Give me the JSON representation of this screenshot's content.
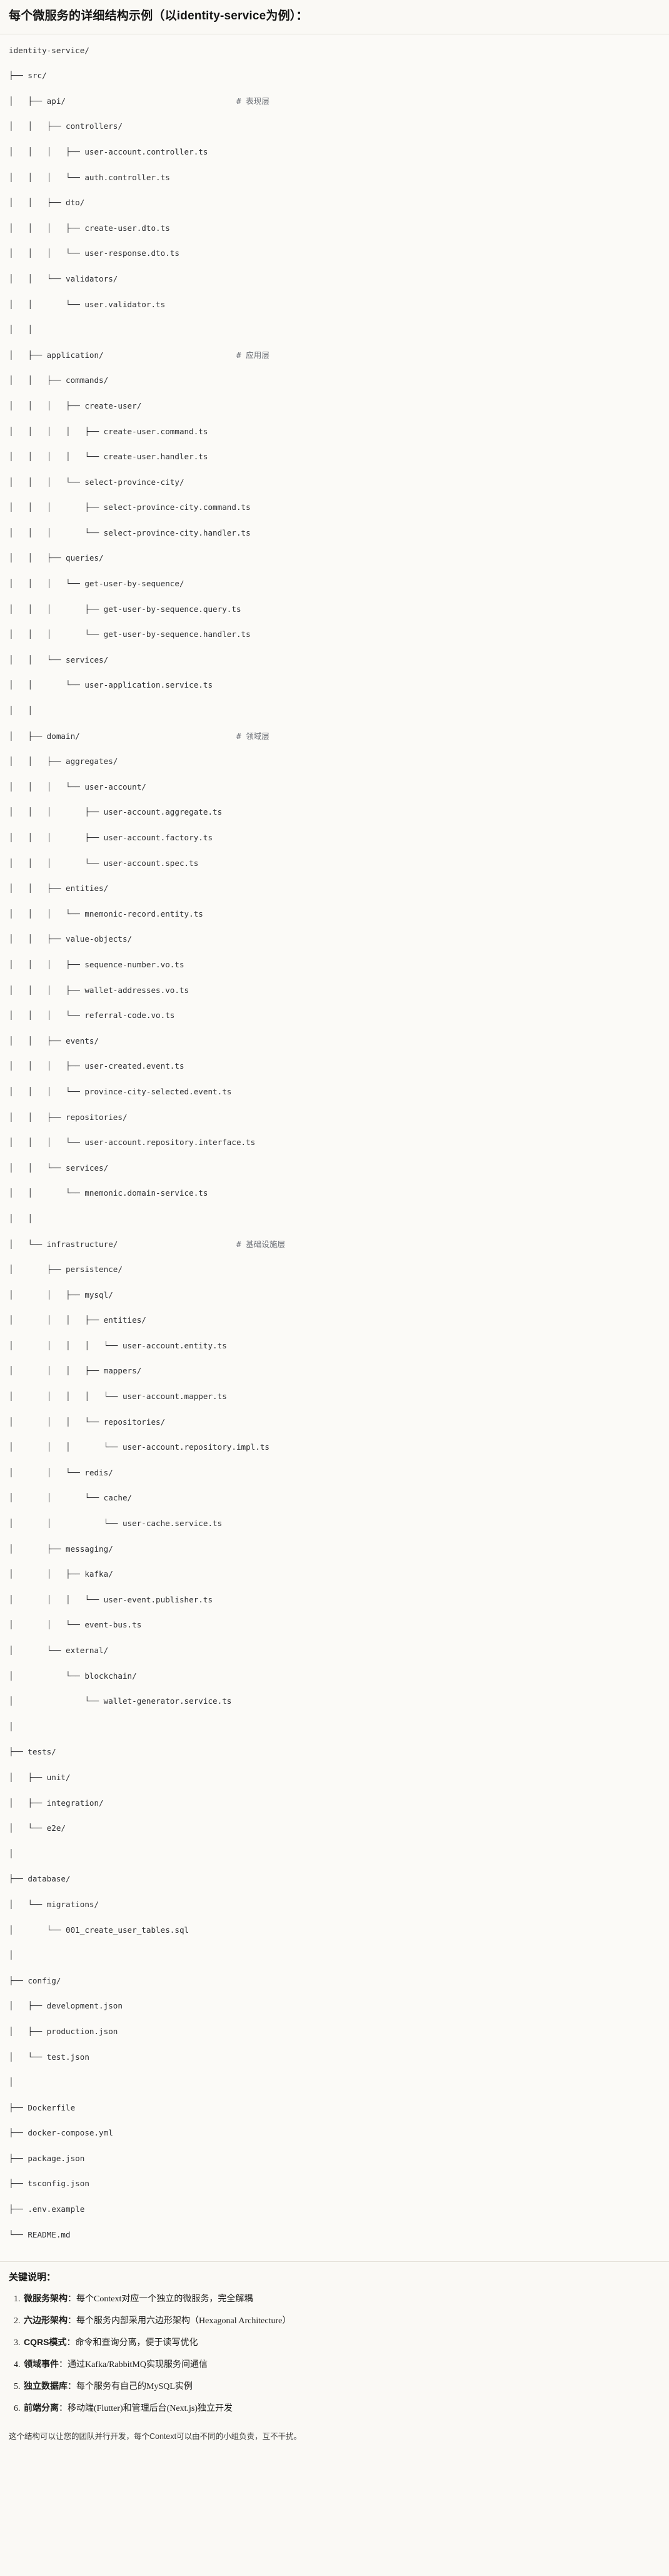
{
  "heading": "每个微服务的详细结构示例（以identity-service为例）：",
  "tree": {
    "root": "identity-service/",
    "comment_column": 48,
    "lines": [
      {
        "text": "identity-service/",
        "comment": ""
      },
      {
        "text": "├── src/",
        "comment": ""
      },
      {
        "text": "│   ├── api/",
        "comment": "# 表现层"
      },
      {
        "text": "│   │   ├── controllers/",
        "comment": ""
      },
      {
        "text": "│   │   │   ├── user-account.controller.ts",
        "comment": ""
      },
      {
        "text": "│   │   │   └── auth.controller.ts",
        "comment": ""
      },
      {
        "text": "│   │   ├── dto/",
        "comment": ""
      },
      {
        "text": "│   │   │   ├── create-user.dto.ts",
        "comment": ""
      },
      {
        "text": "│   │   │   └── user-response.dto.ts",
        "comment": ""
      },
      {
        "text": "│   │   └── validators/",
        "comment": ""
      },
      {
        "text": "│   │       └── user.validator.ts",
        "comment": ""
      },
      {
        "text": "│   │",
        "comment": ""
      },
      {
        "text": "│   ├── application/",
        "comment": "# 应用层"
      },
      {
        "text": "│   │   ├── commands/",
        "comment": ""
      },
      {
        "text": "│   │   │   ├── create-user/",
        "comment": ""
      },
      {
        "text": "│   │   │   │   ├── create-user.command.ts",
        "comment": ""
      },
      {
        "text": "│   │   │   │   └── create-user.handler.ts",
        "comment": ""
      },
      {
        "text": "│   │   │   └── select-province-city/",
        "comment": ""
      },
      {
        "text": "│   │   │       ├── select-province-city.command.ts",
        "comment": ""
      },
      {
        "text": "│   │   │       └── select-province-city.handler.ts",
        "comment": ""
      },
      {
        "text": "│   │   ├── queries/",
        "comment": ""
      },
      {
        "text": "│   │   │   └── get-user-by-sequence/",
        "comment": ""
      },
      {
        "text": "│   │   │       ├── get-user-by-sequence.query.ts",
        "comment": ""
      },
      {
        "text": "│   │   │       └── get-user-by-sequence.handler.ts",
        "comment": ""
      },
      {
        "text": "│   │   └── services/",
        "comment": ""
      },
      {
        "text": "│   │       └── user-application.service.ts",
        "comment": ""
      },
      {
        "text": "│   │",
        "comment": ""
      },
      {
        "text": "│   ├── domain/",
        "comment": "# 领域层"
      },
      {
        "text": "│   │   ├── aggregates/",
        "comment": ""
      },
      {
        "text": "│   │   │   └── user-account/",
        "comment": ""
      },
      {
        "text": "│   │   │       ├── user-account.aggregate.ts",
        "comment": ""
      },
      {
        "text": "│   │   │       ├── user-account.factory.ts",
        "comment": ""
      },
      {
        "text": "│   │   │       └── user-account.spec.ts",
        "comment": ""
      },
      {
        "text": "│   │   ├── entities/",
        "comment": ""
      },
      {
        "text": "│   │   │   └── mnemonic-record.entity.ts",
        "comment": ""
      },
      {
        "text": "│   │   ├── value-objects/",
        "comment": ""
      },
      {
        "text": "│   │   │   ├── sequence-number.vo.ts",
        "comment": ""
      },
      {
        "text": "│   │   │   ├── wallet-addresses.vo.ts",
        "comment": ""
      },
      {
        "text": "│   │   │   └── referral-code.vo.ts",
        "comment": ""
      },
      {
        "text": "│   │   ├── events/",
        "comment": ""
      },
      {
        "text": "│   │   │   ├── user-created.event.ts",
        "comment": ""
      },
      {
        "text": "│   │   │   └── province-city-selected.event.ts",
        "comment": ""
      },
      {
        "text": "│   │   ├── repositories/",
        "comment": ""
      },
      {
        "text": "│   │   │   └── user-account.repository.interface.ts",
        "comment": ""
      },
      {
        "text": "│   │   └── services/",
        "comment": ""
      },
      {
        "text": "│   │       └── mnemonic.domain-service.ts",
        "comment": ""
      },
      {
        "text": "│   │",
        "comment": ""
      },
      {
        "text": "│   └── infrastructure/",
        "comment": "# 基础设施层"
      },
      {
        "text": "│       ├── persistence/",
        "comment": ""
      },
      {
        "text": "│       │   ├── mysql/",
        "comment": ""
      },
      {
        "text": "│       │   │   ├── entities/",
        "comment": ""
      },
      {
        "text": "│       │   │   │   └── user-account.entity.ts",
        "comment": ""
      },
      {
        "text": "│       │   │   ├── mappers/",
        "comment": ""
      },
      {
        "text": "│       │   │   │   └── user-account.mapper.ts",
        "comment": ""
      },
      {
        "text": "│       │   │   └── repositories/",
        "comment": ""
      },
      {
        "text": "│       │   │       └── user-account.repository.impl.ts",
        "comment": ""
      },
      {
        "text": "│       │   └── redis/",
        "comment": ""
      },
      {
        "text": "│       │       └── cache/",
        "comment": ""
      },
      {
        "text": "│       │           └── user-cache.service.ts",
        "comment": ""
      },
      {
        "text": "│       ├── messaging/",
        "comment": ""
      },
      {
        "text": "│       │   ├── kafka/",
        "comment": ""
      },
      {
        "text": "│       │   │   └── user-event.publisher.ts",
        "comment": ""
      },
      {
        "text": "│       │   └── event-bus.ts",
        "comment": ""
      },
      {
        "text": "│       └── external/",
        "comment": ""
      },
      {
        "text": "│           └── blockchain/",
        "comment": ""
      },
      {
        "text": "│               └── wallet-generator.service.ts",
        "comment": ""
      },
      {
        "text": "│",
        "comment": ""
      },
      {
        "text": "├── tests/",
        "comment": ""
      },
      {
        "text": "│   ├── unit/",
        "comment": ""
      },
      {
        "text": "│   ├── integration/",
        "comment": ""
      },
      {
        "text": "│   └── e2e/",
        "comment": ""
      },
      {
        "text": "│",
        "comment": ""
      },
      {
        "text": "├── database/",
        "comment": ""
      },
      {
        "text": "│   └── migrations/",
        "comment": ""
      },
      {
        "text": "│       └── 001_create_user_tables.sql",
        "comment": ""
      },
      {
        "text": "│",
        "comment": ""
      },
      {
        "text": "├── config/",
        "comment": ""
      },
      {
        "text": "│   ├── development.json",
        "comment": ""
      },
      {
        "text": "│   ├── production.json",
        "comment": ""
      },
      {
        "text": "│   └── test.json",
        "comment": ""
      },
      {
        "text": "│",
        "comment": ""
      },
      {
        "text": "├── Dockerfile",
        "comment": ""
      },
      {
        "text": "├── docker-compose.yml",
        "comment": ""
      },
      {
        "text": "├── package.json",
        "comment": ""
      },
      {
        "text": "├── tsconfig.json",
        "comment": ""
      },
      {
        "text": "├── .env.example",
        "comment": ""
      },
      {
        "text": "└── README.md",
        "comment": ""
      }
    ]
  },
  "keys": {
    "title": "关键说明：",
    "items": [
      {
        "term": "微服务架构",
        "desc": "：每个Context对应一个独立的微服务，完全解耦"
      },
      {
        "term": "六边形架构",
        "desc": "：每个服务内部采用六边形架构（Hexagonal Architecture）"
      },
      {
        "term": "CQRS模式",
        "desc": "：命令和查询分离，便于读写优化"
      },
      {
        "term": "领域事件",
        "desc": "：通过Kafka/RabbitMQ实现服务间通信"
      },
      {
        "term": "独立数据库",
        "desc": "：每个服务有自己的MySQL实例"
      },
      {
        "term": "前端分离",
        "desc": "：移动端(Flutter)和管理后台(Next.js)独立开发"
      }
    ]
  },
  "closing": "这个结构可以让您的团队并行开发，每个Context可以由不同的小组负责，互不干扰。"
}
